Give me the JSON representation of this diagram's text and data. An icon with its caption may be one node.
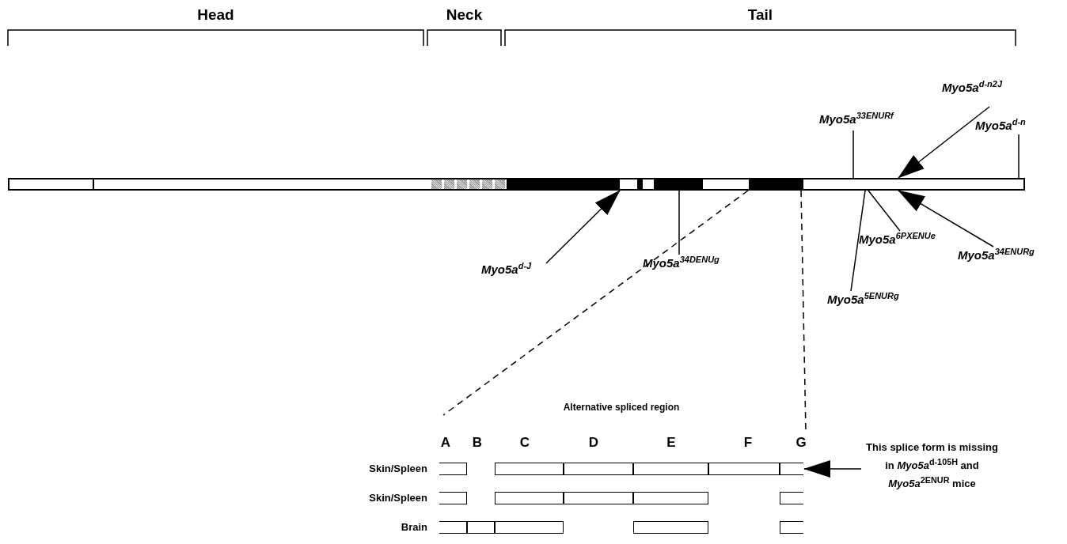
{
  "diagram": {
    "nodes": [
      {
        "text": [],
        "shape": "bar"
      },
      {
        "text": [
          "Myo5a$^{33ENURf}$"
        ]
      },
      {
        "text": [
          "Myo5a$^{d-n2J}$"
        ]
      },
      {
        "text": [
          "Myo5a$^{d-n}$"
        ]
      },
      {
        "text": [
          "Myo5a$^{d-J}$"
        ]
      },
      {
        "text": [
          "Myo5a$^{34DENUg}$"
        ]
      },
      {
        "text": [
          "Myo5a$^{6PXENUe}$"
        ]
      },
      {
        "text": [
          "Myo5a$^{34ENURg}$"
        ]
      },
      {
        "text": [
          "Myo5a$^{5ENURg}$"
        ]
      },
      {
        "text": [],
        "shape": "box"
      },
      {
        "text": [],
        "shape": "box"
      },
      {
        "text": [],
        "shape": "box"
      },
      {
        "text": [
          "This splice form is missing in *Myo5a*$^{d-105H}$ and *Myo5a*$^{2ENUR}$ mice"
        ]
      }
    ],
    "edges": [
      {
        "from": 1,
        "to": 0,
        "arrow": "none"
      },
      {
        "from": 2,
        "to": 0,
        "arrow": "to"
      },
      {
        "from": 3,
        "to": 0,
        "arrow": "none"
      },
      {
        "from": 4,
        "to": 0,
        "arrow": "to"
      },
      {
        "from": 5,
        "to": 0,
        "arrow": "none"
      },
      {
        "from": 6,
        "to": 0,
        "arrow": "none"
      },
      {
        "from": 7,
        "to": 0,
        "arrow": "to"
      },
      {
        "from": 8,
        "to": 0,
        "arrow": "none"
      },
      {
        "from": 12,
        "to": 9,
        "arrow": "to"
      }
    ],
    "labels": [
      "Head",
      "Neck",
      "Tail",
      "Alternative spliced region",
      "A",
      "B",
      "C",
      "D",
      "E",
      "F",
      "G",
      "Skin/Spleen",
      "Skin/Spleen",
      "Brain"
    ]
  }
}
